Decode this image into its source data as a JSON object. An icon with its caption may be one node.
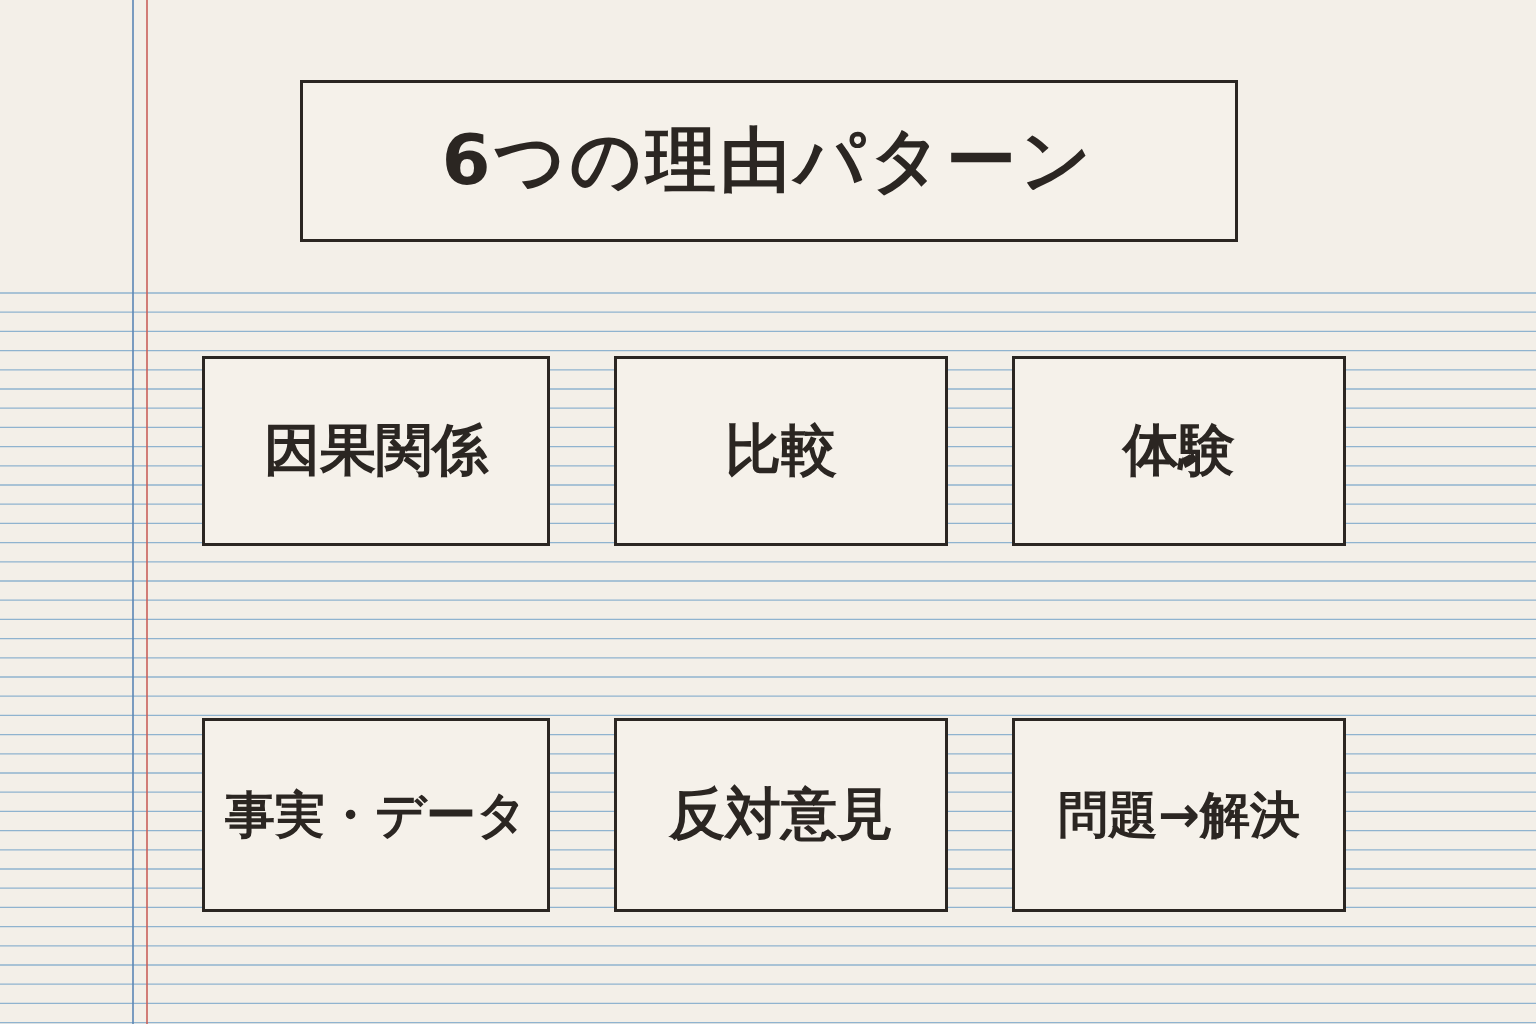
{
  "diagram": {
    "title": "6つの理由パターン",
    "nodes": [
      {
        "text": [
          "因果関係"
        ]
      },
      {
        "text": [
          "比較"
        ]
      },
      {
        "text": [
          "体験"
        ]
      },
      {
        "text": [
          "事実・データ"
        ]
      },
      {
        "text": [
          "反対意見"
        ]
      },
      {
        "text": [
          "問題→解決"
        ]
      }
    ]
  }
}
